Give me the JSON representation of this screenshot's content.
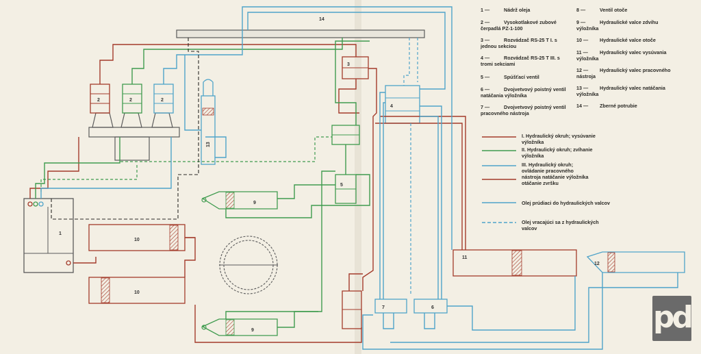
{
  "colors": {
    "paper": "#f3efe4",
    "circuit1": "#a33a2a",
    "circuit2": "#3f9b4e",
    "circuit3": "#4ea3c9",
    "ink": "#2b2a26",
    "outline": "#5a5a5a"
  },
  "components": {
    "c1": "1",
    "c2": "2",
    "c3": "3",
    "c4": "4",
    "c5": "5",
    "c6": "6",
    "c7": "7",
    "c9a": "9",
    "c9b": "9",
    "c10a": "10",
    "c10b": "10",
    "c11": "11",
    "c12": "12",
    "c13": "13",
    "c14": "14"
  },
  "legend": {
    "numbered_left": [
      {
        "num": "1 —",
        "text": "Nádrž oleja"
      },
      {
        "num": "2 —",
        "text": "Vysokotlakové zubové čerpadlá PZ-1-100"
      },
      {
        "num": "3 —",
        "text": "Rozvádzač RS-25 T I. s jednou sekciou"
      },
      {
        "num": "4 —",
        "text": "Rozvádzač RS-25 T III. s tromi sekciami"
      },
      {
        "num": "5 —",
        "text": "Spúšťací ventil"
      },
      {
        "num": "6 —",
        "text": "Dvojvetvový poistný ventil natáčania výložníka"
      },
      {
        "num": "7 —",
        "text": "Dvojvetvový poistný ventil pracovného nástroja"
      }
    ],
    "numbered_right": [
      {
        "num": "8 —",
        "text": "Ventil otoče"
      },
      {
        "num": "9 —",
        "text": "Hydraulické valce zdvihu výložníka"
      },
      {
        "num": "10 —",
        "text": "Hydraulické valce otoče"
      },
      {
        "num": "11 —",
        "text": "Hydraulický valec vysúvania výložníka"
      },
      {
        "num": "12 —",
        "text": "Hydraulický valec pracovného nástroja"
      },
      {
        "num": "13 —",
        "text": "Hydraulický valec natáčania výložníka"
      },
      {
        "num": "14 —",
        "text": "Zberné potrubie"
      }
    ],
    "circuits": [
      {
        "color": "#a33a2a",
        "style": "solid",
        "text": "I. Hydraulický okruh; vysúvanie výložníka"
      },
      {
        "color": "#3f9b4e",
        "style": "solid",
        "text": "II. Hydraulický okruh; zvíhanie výložníka"
      },
      {
        "color": "#4ea3c9",
        "style": "double",
        "text": "III. Hydraulický okruh; ovládanie pracovného nástroja natáčanie výložníka otáčanie zvršku"
      },
      {
        "color": "#4ea3c9",
        "style": "solid",
        "text": "Olej prúdiaci do hydraulických valcov"
      },
      {
        "color": "#4ea3c9",
        "style": "dashed",
        "text": "Olej vracajúci sa z hydraulických valcov"
      }
    ]
  },
  "logo": {
    "text": "pd"
  }
}
